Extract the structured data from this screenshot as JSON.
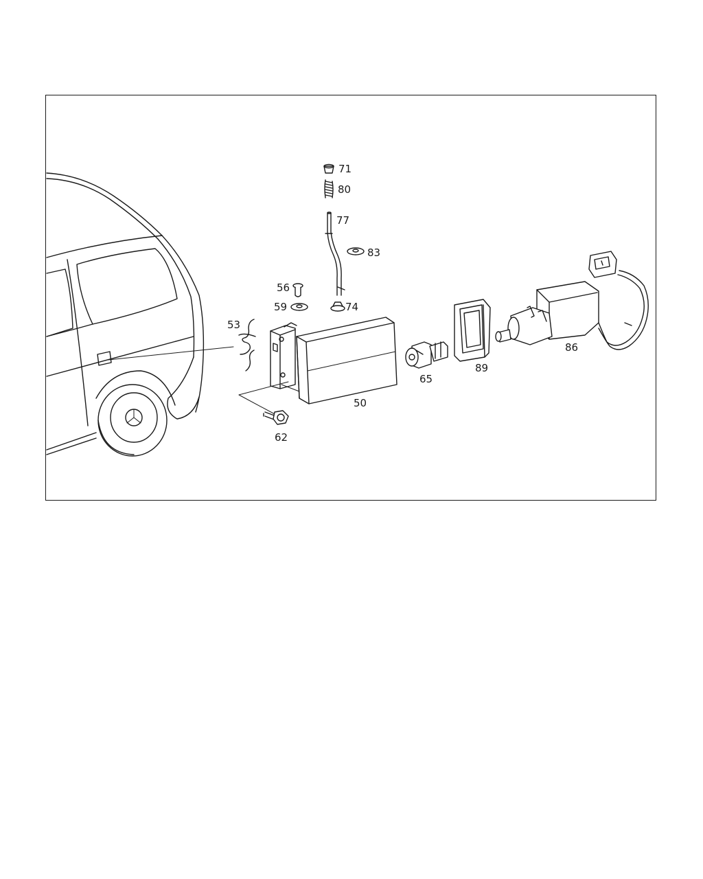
{
  "colors": {
    "line": "#1a1a1a",
    "background": "#ffffff"
  },
  "labels": {
    "p71": "71",
    "p80": "80",
    "p77": "77",
    "p83": "83",
    "p56": "56",
    "p59": "59",
    "p74": "74",
    "p53": "53",
    "p50": "50",
    "p65": "65",
    "p89": "89",
    "p86": "86",
    "p62": "62"
  }
}
